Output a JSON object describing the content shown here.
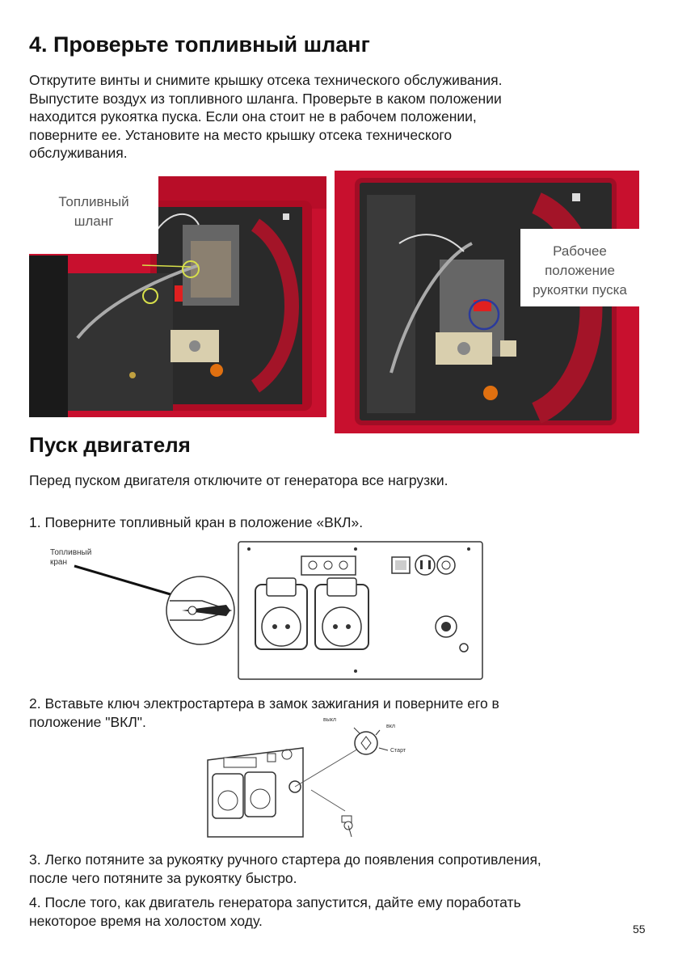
{
  "section1": {
    "title": "4. Проверьте топливный шланг",
    "paragraph": "Открутите винты и снимите крышку отсека технического обслуживания.\nВыпустите воздух из топливного шланга. Проверьте в каком положении\nнаходится рукоятка пуска. Если она стоит не в рабочем положении,\nповерните ее. Установите на место крышку отсека технического\nобслуживания."
  },
  "photo_left": {
    "callout": "Топливный\nшланг"
  },
  "photo_right": {
    "callout": "Рабочее\nположение\nрукоятки пуска"
  },
  "section2": {
    "title": "Пуск двигателя",
    "intro": "Перед пуском двигателя отключите от генератора все нагрузки.",
    "steps": [
      "1. Поверните топливный кран в положение «ВКЛ».",
      "2. Вставьте ключ электростартера в замок зажигания и поверните его в\n    положение \"ВКЛ\".",
      "3. Легко потяните за рукоятку ручного стартера до появления сопротивления,\n    после чего потяните за рукоятку быстро.",
      "4.  После того, как двигатель генератора запустится, дайте ему поработать\n     некоторое время на холостом ходу."
    ]
  },
  "diagram1": {
    "label": "Топливный\nкран"
  },
  "diagram2": {
    "off": "выкл",
    "on": "вкл",
    "start": "Старт"
  },
  "page_number": "55",
  "colors": {
    "housing_red": "#c8102e",
    "callout_ring": "#2b3a9c",
    "hose_ring": "#d8e04a"
  }
}
